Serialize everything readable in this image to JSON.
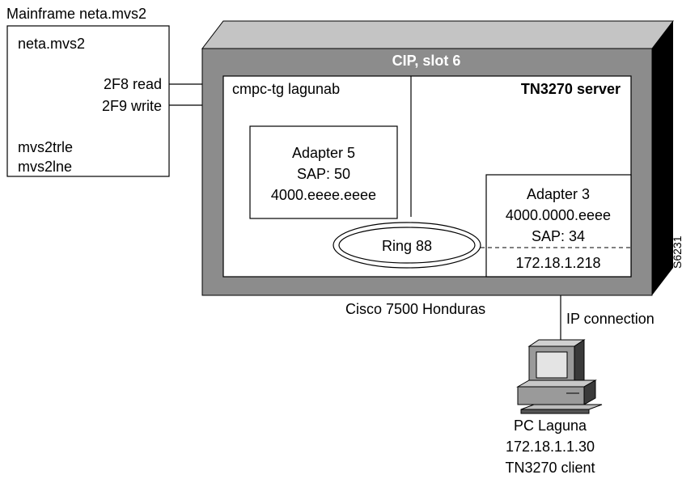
{
  "mainframe": {
    "caption": "Mainframe neta.mvs2",
    "name": "neta.mvs2",
    "read_label": "2F8 read",
    "write_label": "2F9 write",
    "trle": "mvs2trle",
    "lne": "mvs2lne"
  },
  "router": {
    "cip_label": "CIP, slot 6",
    "name": "Cisco 7500 Honduras",
    "cmpc_label": "cmpc-tg lagunab",
    "tn3270_label": "TN3270 server",
    "adapter5": {
      "name": "Adapter 5",
      "sap": "SAP: 50",
      "mac": "4000.eeee.eeee"
    },
    "ring": "Ring 88",
    "adapter3": {
      "name": "Adapter 3",
      "mac": "4000.0000.eeee",
      "sap": "SAP: 34",
      "ip": "172.18.1.218"
    }
  },
  "connection": {
    "label": "IP connection"
  },
  "pc": {
    "name": "PC Laguna",
    "ip": "172.18.1.1.30",
    "role": "TN3270 client"
  },
  "figure_id": "S6231",
  "colors": {
    "chassis": "#8c8c8c",
    "chassis_top": "#c4c4c4",
    "chassis_side": "#000000",
    "screen": "#a8a8a8"
  }
}
